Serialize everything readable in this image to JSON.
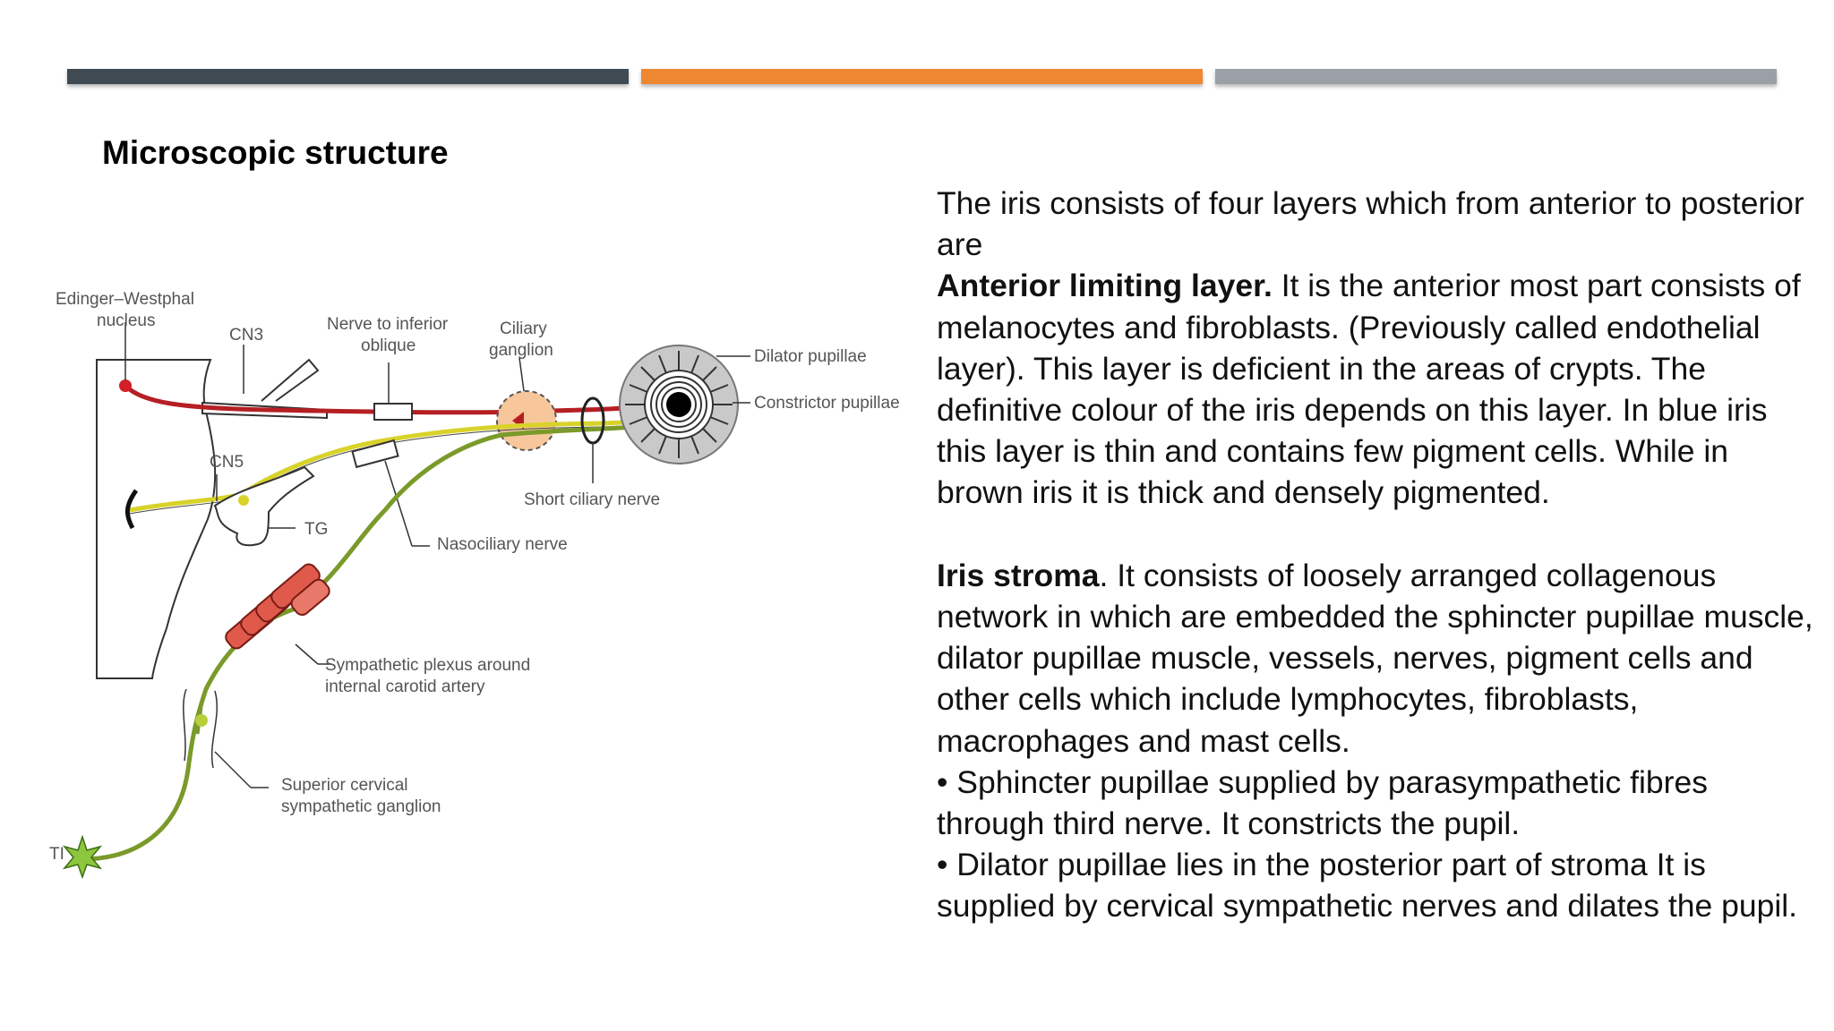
{
  "header_bars": [
    "#3f4a53",
    "#ee8732",
    "#9aa0a6"
  ],
  "title": "Microscopic structure",
  "diagram": {
    "labels": {
      "ew_1": "Edinger–Westphal",
      "ew_2": "nucleus",
      "cn3": "CN3",
      "nio_1": "Nerve to inferior",
      "nio_2": "oblique",
      "cg_1": "Ciliary",
      "cg_2": "ganglion",
      "dilator": "Dilator pupillae",
      "constrictor": "Constrictor pupillae",
      "cn5": "CN5",
      "tg": "TG",
      "short_ciliary": "Short ciliary nerve",
      "nasociliary": "Nasociliary nerve",
      "sp_1": "Sympathetic plexus around",
      "sp_2": "internal carotid artery",
      "scg_1": "Superior cervical",
      "scg_2": "sympathetic ganglion",
      "t1": "TI"
    }
  },
  "text": {
    "intro": "The iris consists of four layers which from anterior to posterior are",
    "anterior_heading": "Anterior limiting layer.",
    "anterior_body": " It is the anterior most part consists of melanocytes and fibroblasts. (Previously called endothelial layer). This layer is deficient in the areas of crypts. The definitive colour of the iris depends on this layer. In blue iris this layer is thin and contains few pigment cells. While in brown iris it is thick and densely pigmented.",
    "stroma_heading": "Iris stroma",
    "stroma_body": ". It consists of loosely arranged collagenous network in which are embedded the sphincter pupillae muscle, dilator pupillae muscle, vessels, nerves, pigment cells and other cells which include lymphocytes, fibroblasts, macrophages and mast cells.",
    "bullet1": " • Sphincter pupillae supplied by parasympathetic fibres through third nerve. It constricts the pupil.",
    "bullet2": "• Dilator pupillae lies in the posterior part of stroma It is supplied by cervical sympathetic nerves and dilates the pupil."
  }
}
